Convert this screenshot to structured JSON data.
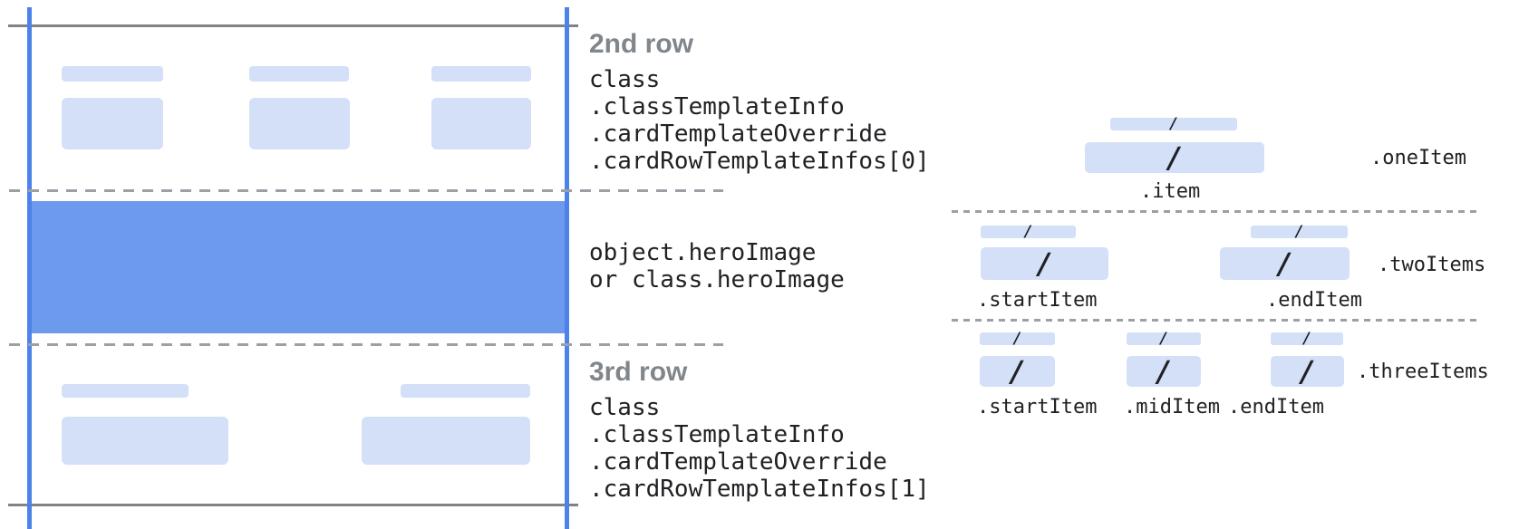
{
  "palette": {
    "guide_blue": "#4d82ea",
    "hero_blue": "#6d9aec",
    "placeholder_blue": "#d3e0f8",
    "line_gray": "#808285",
    "dash_gray": "#9aa0a6",
    "heading_gray": "#80868b",
    "code_black": "#202124"
  },
  "card": {
    "rows": [
      {
        "heading": "2nd row",
        "code": [
          "class",
          ".classTemplateInfo",
          ".cardTemplateOverride",
          ".cardRowTemplateInfos[0]"
        ]
      },
      {
        "heading": "3rd row",
        "code": [
          "class",
          ".classTemplateInfo",
          ".cardTemplateOverride",
          ".cardRowTemplateInfos[1]"
        ]
      }
    ],
    "hero": {
      "code": [
        "object.heroImage",
        "or class.heroImage"
      ]
    }
  },
  "items_legend": {
    "slash": "/",
    "one_item": {
      "group_label": ".oneItem",
      "item_label": ".item"
    },
    "two_items": {
      "group_label": ".twoItems",
      "start_label": ".startItem",
      "end_label": ".endItem"
    },
    "three_items": {
      "group_label": ".threeItems",
      "start_label": ".startItem",
      "mid_label": ".midItem",
      "end_label": ".endItem"
    }
  }
}
